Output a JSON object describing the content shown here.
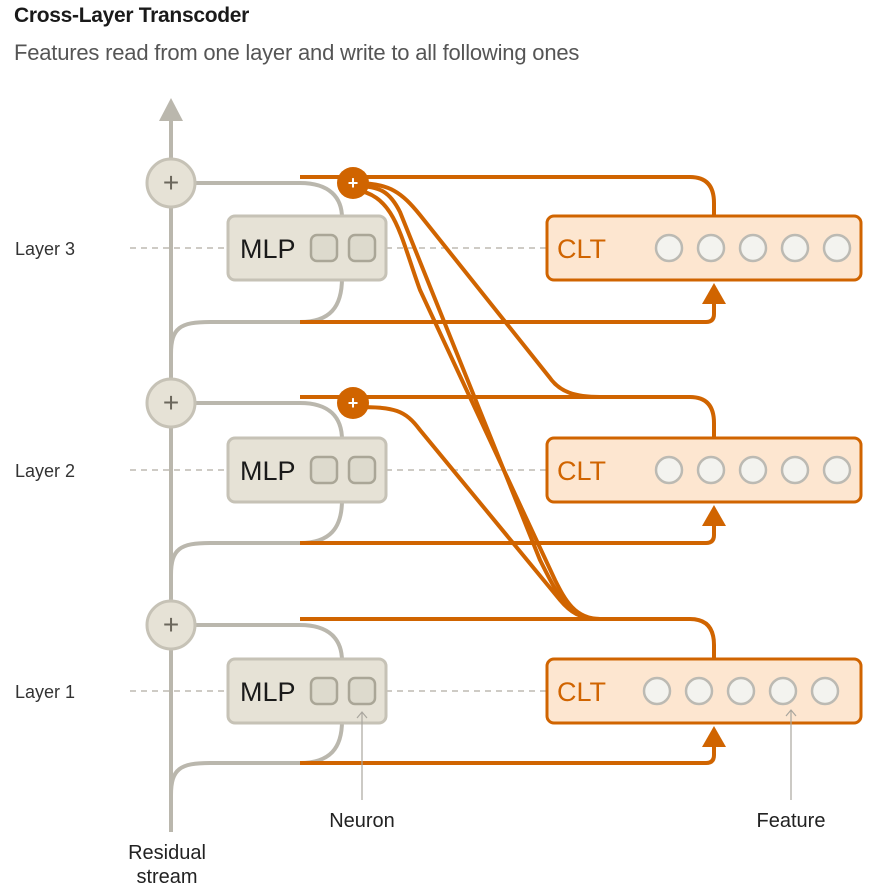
{
  "title": "Cross-Layer Transcoder",
  "subtitle": "Features read from one layer and write to all following ones",
  "layers": [
    {
      "label": "Layer 3",
      "mlp_label": "MLP",
      "clt_label": "CLT"
    },
    {
      "label": "Layer 2",
      "mlp_label": "MLP",
      "clt_label": "CLT"
    },
    {
      "label": "Layer 1",
      "mlp_label": "MLP",
      "clt_label": "CLT"
    }
  ],
  "annotations": {
    "neuron": "Neuron",
    "feature": "Feature",
    "residual_line1": "Residual",
    "residual_line2": "stream"
  },
  "plus_symbol": "+",
  "neurons_per_mlp": 2,
  "features_per_clt": 5,
  "colors": {
    "accent": "#d06400",
    "clt_fill": "#fde6d0",
    "gray_stroke": "#bab7ad",
    "mlp_fill": "#e6e2d6",
    "feature_fill": "#f3f3ef"
  }
}
